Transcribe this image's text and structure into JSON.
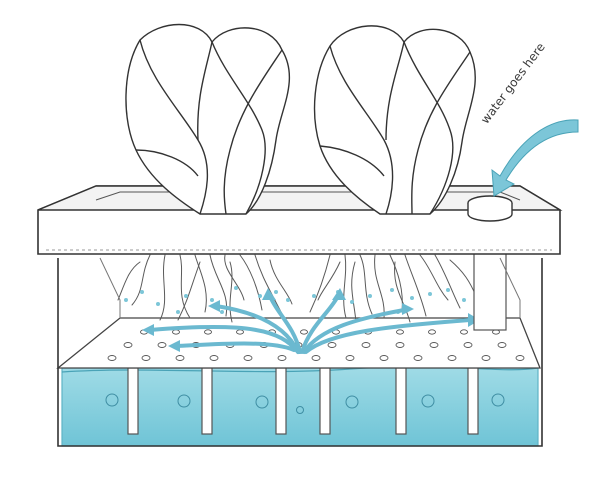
{
  "annotation": {
    "label": "water goes here"
  },
  "colors": {
    "water": "#8fd3df",
    "water_dark": "#5fb3c6",
    "arrow": "#6bb9d0",
    "ink": "#3a3a3a",
    "root": "#5a5a5a"
  },
  "icons": [
    "lettuce-plant",
    "fill-port",
    "water-arrow",
    "root-arrows"
  ]
}
